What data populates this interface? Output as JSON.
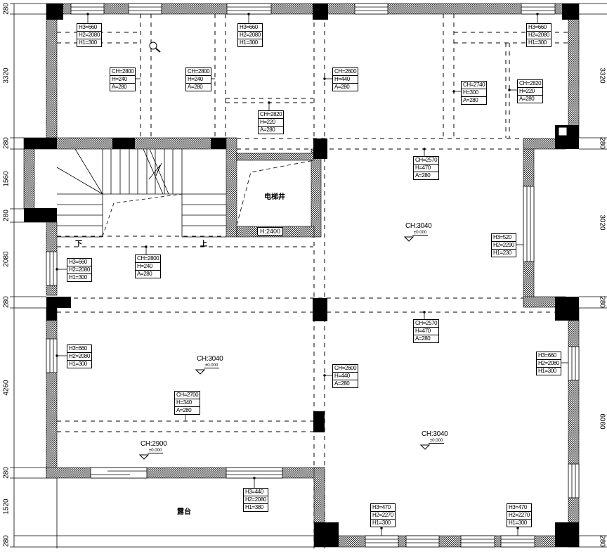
{
  "title": "Floor plan - ceiling and window height annotations",
  "rooms": {
    "elevator_shaft": "电梯井",
    "terrace": "露台",
    "stair_down": "下",
    "stair_up": "上"
  },
  "elevator_door": "H:2400",
  "ceiling_labels": [
    {
      "ch": "CH:3040",
      "level": "±0.000"
    },
    {
      "ch": "CH:3040",
      "level": "±0.000"
    },
    {
      "ch": "CH:2900",
      "level": "±0.000"
    },
    {
      "ch": "CH:3040",
      "level": "±0.000"
    }
  ],
  "tags": [
    [
      "H3=660",
      "H2=2080",
      "H1=300"
    ],
    [
      "CH=2800",
      "H=240",
      "A=280"
    ],
    [
      "CH=2800",
      "H=240",
      "A=280"
    ],
    [
      "H3=660",
      "H2=2080",
      "H1=300"
    ],
    [
      "CH=2820",
      "H=220",
      "A=280"
    ],
    [
      "CH=2600",
      "H=440",
      "A=280"
    ],
    [
      "CH=2740",
      "H=300",
      "A=280"
    ],
    [
      "CH=2820",
      "H=220",
      "A=280"
    ],
    [
      "H3=660",
      "H2=2080",
      "H1=300"
    ],
    [
      "CH=2570",
      "H=470",
      "A=280"
    ],
    [
      "H3=520",
      "H2=2290",
      "H1=230"
    ],
    [
      "H3=660",
      "H2=2080",
      "H1=300"
    ],
    [
      "CH=2800",
      "H=240",
      "A=280"
    ],
    [
      "H3=660",
      "H2=2080",
      "H1=300"
    ],
    [
      "CH=2700",
      "H=340",
      "A=280"
    ],
    [
      "H3=440",
      "H2=2080",
      "H1=380"
    ],
    [
      "CH=2570",
      "H=470",
      "A=280"
    ],
    [
      "CH=2600",
      "H=440",
      "A=280"
    ],
    [
      "H3=660",
      "H2=2080",
      "H1=300"
    ],
    [
      "H3=470",
      "H2=2270",
      "H1=300"
    ],
    [
      "H3=470",
      "H2=2270",
      "H1=300"
    ]
  ],
  "dimensions_left": [
    "280",
    "3320",
    "280",
    "1560",
    "280",
    "2080",
    "280",
    "4260",
    "280",
    "1520",
    "280"
  ],
  "dimensions_right": [
    "3320",
    "280",
    "3020",
    "280",
    "6060",
    "280"
  ]
}
